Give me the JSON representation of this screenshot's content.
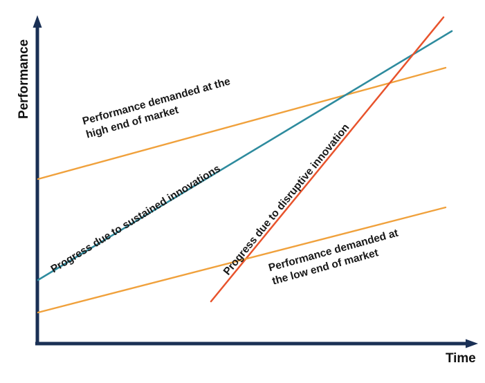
{
  "chart_data": {
    "type": "line",
    "title": "",
    "subtitle": "",
    "xlabel": "Time",
    "ylabel": "Performance",
    "grid": false,
    "legend": "none",
    "axis_style": "arrow",
    "axis_color": "#1a3055",
    "xlim": [
      0,
      100
    ],
    "ylim": [
      0,
      100
    ],
    "x_tick_labels": [],
    "y_tick_labels": [],
    "series": [
      {
        "name": "Performance demanded at the high end of market",
        "color": "#f0a13c",
        "x": [
          0,
          100
        ],
        "y": [
          50,
          84
        ],
        "px": [
          55,
          644
        ],
        "py": [
          259,
          98
        ]
      },
      {
        "name": "Progress due to sustained innovations",
        "color": "#2e8b9e",
        "x": [
          0,
          100
        ],
        "y": [
          20,
          95
        ],
        "px": [
          55,
          653
        ],
        "py": [
          405,
          45
        ]
      },
      {
        "name": "Progress due to disruptive innovation",
        "color": "#e8532c",
        "x": [
          43,
          93
        ],
        "y": [
          13,
          99
        ],
        "px": [
          305,
          641
        ],
        "py": [
          436,
          25
        ]
      },
      {
        "name": "Performance demanded at the low end of market",
        "color": "#f0a13c",
        "x": [
          0,
          100
        ],
        "y": [
          10,
          42
        ],
        "px": [
          55,
          644
        ],
        "py": [
          452,
          300
        ]
      }
    ],
    "annotations": [
      {
        "id": "high-end",
        "text": "Performance demanded at the\nhigh end of market",
        "rotation": -15.4,
        "color": "#181818"
      },
      {
        "id": "sustained",
        "text": "Progress due to sustained innovations",
        "rotation": -31.5,
        "color": "#181818"
      },
      {
        "id": "disruptive",
        "text": "Progress due to disruptive innovation",
        "rotation": -50.7,
        "color": "#181818"
      },
      {
        "id": "low-end",
        "text": "Performance demanded at\nthe low end of market",
        "rotation": -15.4,
        "color": "#181818"
      }
    ]
  },
  "axes": {
    "y_label": "Performance",
    "x_label": "Time",
    "color": "#1a3055"
  },
  "labels": {
    "high_end": "Performance demanded at the\nhigh end of market",
    "sustained": "Progress due to sustained innovations",
    "disruptive": "Progress due to disruptive innovation",
    "low_end": "Performance demanded at\nthe low end of market"
  },
  "colors": {
    "axis": "#1a3055",
    "orange": "#f0a13c",
    "teal": "#2e8b9e",
    "red": "#e8532c",
    "text": "#181818",
    "background": "#ffffff"
  }
}
